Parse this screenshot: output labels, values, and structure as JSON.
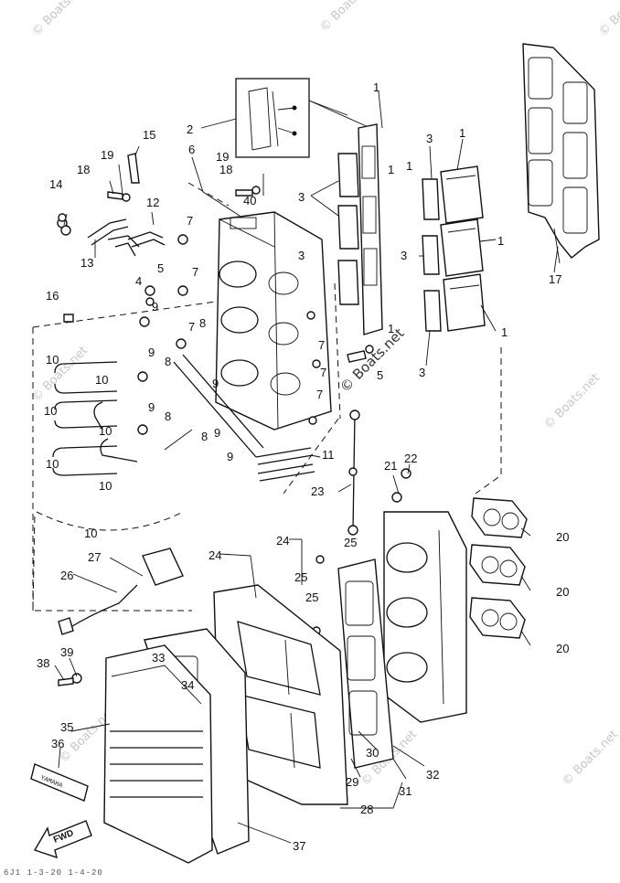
{
  "watermarks": [
    "© Boats.net",
    "© Boats.net",
    "© Boats.net",
    "© Boats.net",
    "© Boats.net",
    "© Boats.net",
    "© Boats.net",
    "© Boats.net"
  ],
  "center_watermark": "© Boats.net",
  "fwd_label": "FWD",
  "sticker_text": "YAMAHA",
  "footer_text": "6J1 1-3-20  1-4-20",
  "callouts": {
    "c1a": "1",
    "c1b": "1",
    "c1c": "1",
    "c1d": "1",
    "c1e": "1",
    "c1f": "1",
    "c1g": "1",
    "c2": "2",
    "c3a": "3",
    "c3b": "3",
    "c3c": "3",
    "c3d": "3",
    "c3e": "3",
    "c4": "4",
    "c5a": "5",
    "c5b": "5",
    "c6": "6",
    "c7a": "7",
    "c7b": "7",
    "c7c": "7",
    "c7d": "7",
    "c7e": "7",
    "c7f": "7",
    "c8a": "8",
    "c8b": "8",
    "c8c": "8",
    "c8d": "8",
    "c9a": "9",
    "c9b": "9",
    "c9c": "9",
    "c9d": "9",
    "c9e": "9",
    "c9f": "9",
    "c10a": "10",
    "c10b": "10",
    "c10c": "10",
    "c10d": "10",
    "c10e": "10",
    "c10f": "10",
    "c10g": "10",
    "c11": "11",
    "c12": "12",
    "c13": "13",
    "c14": "14",
    "c15": "15",
    "c16": "16",
    "c17": "17",
    "c18a": "18",
    "c18b": "18",
    "c19a": "19",
    "c19b": "19",
    "c20a": "20",
    "c20b": "20",
    "c20c": "20",
    "c21": "21",
    "c22": "22",
    "c23": "23",
    "c24a": "24",
    "c24b": "24",
    "c25a": "25",
    "c25b": "25",
    "c25c": "25",
    "c26": "26",
    "c27": "27",
    "c28": "28",
    "c29": "29",
    "c30": "30",
    "c31": "31",
    "c32": "32",
    "c33": "33",
    "c34": "34",
    "c35": "35",
    "c36": "36",
    "c37": "37",
    "c38": "38",
    "c39": "39",
    "c40": "40"
  }
}
